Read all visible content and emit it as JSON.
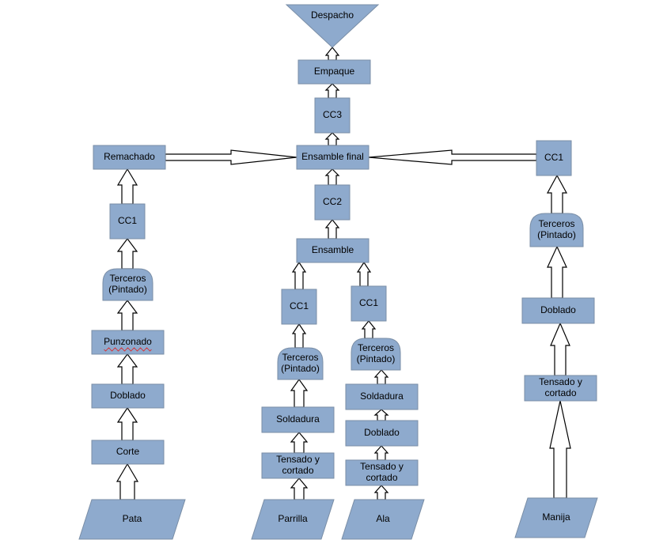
{
  "colors": {
    "node_fill": "#8eaacd",
    "node_border": "#7a8ea6",
    "arrow_fill": "#ffffff",
    "arrow_stroke": "#000000",
    "spellcheck_underline": "#e02020"
  },
  "nodes": {
    "despacho": "Despacho",
    "empaque": "Empaque",
    "cc3": "CC3",
    "ensamble_final": "Ensamble final",
    "remachado": "Remachado",
    "cc1_right": "CC1",
    "cc2": "CC2",
    "ensamble": "Ensamble",
    "cc1_pata": "CC1",
    "terceros_pata": [
      "Terceros",
      "(Pintado)"
    ],
    "punzonado": "Punzonado",
    "doblado_pata": "Doblado",
    "corte": "Corte",
    "pata": "Pata",
    "cc1_parrilla": "CC1",
    "terceros_parrilla": [
      "Terceros",
      "(Pintado)"
    ],
    "soldadura_parrilla": "Soldadura",
    "tensado_parrilla": [
      "Tensado y",
      "cortado"
    ],
    "parrilla": "Parrilla",
    "cc1_ala": "CC1",
    "terceros_ala": [
      "Terceros",
      "(Pintado)"
    ],
    "soldadura_ala": "Soldadura",
    "doblado_ala": "Doblado",
    "tensado_ala": [
      "Tensado y",
      "cortado"
    ],
    "ala": "Ala",
    "terceros_manija": [
      "Terceros",
      "(Pintado)"
    ],
    "doblado_manija": "Doblado",
    "tensado_manija": [
      "Tensado y",
      "cortado"
    ],
    "manija": "Manija"
  }
}
